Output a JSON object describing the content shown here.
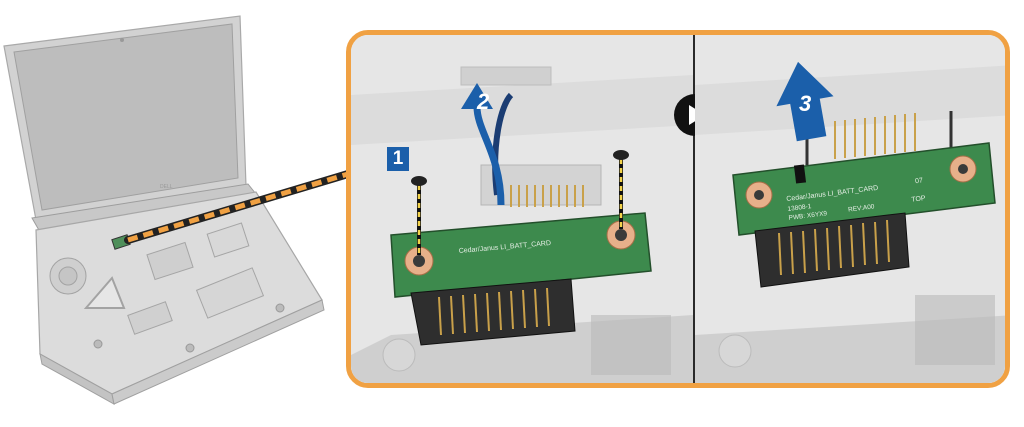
{
  "steps": {
    "step1": "1",
    "step2": "2",
    "step3": "3"
  },
  "board_labels": {
    "left_board_text": "Cedar/Janus LI_BATT_CARD",
    "right_board_text": "Cedar/Janus LI_BATT_CARD",
    "right_board_line2": "13808-1",
    "right_board_line3": "PWB: X6YX9",
    "right_board_line4": "REV:A00",
    "right_board_top": "TOP",
    "right_board_07": "07"
  },
  "icons": {
    "next": "play-triangle-icon",
    "screw": "screw-icon",
    "arrow_up": "arrow-up-icon"
  },
  "colors": {
    "frame_border": "#f0a143",
    "callout": "#1b5faa",
    "dashed_line": "#f0a143"
  }
}
